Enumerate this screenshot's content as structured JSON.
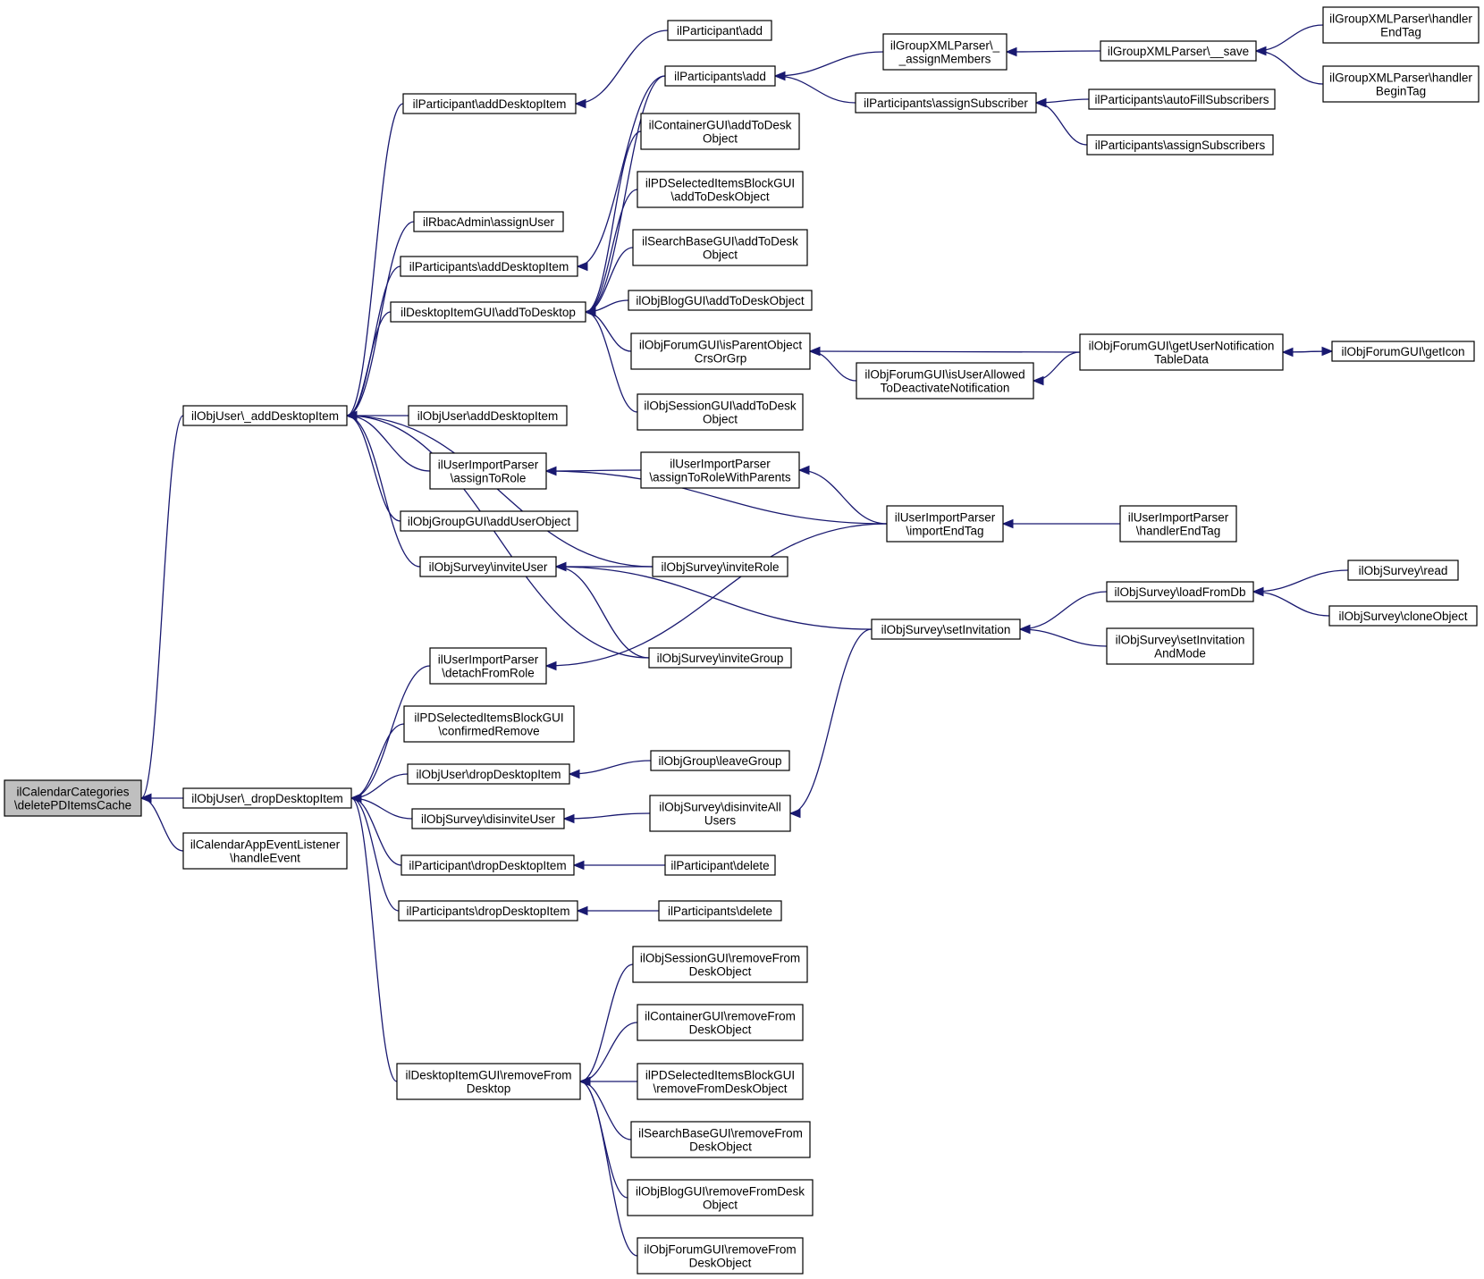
{
  "colors": {
    "edge": "#191970",
    "node_fill": "#ffffff",
    "root_fill": "#bfbfbf",
    "border": "#000000"
  },
  "nodes": [
    {
      "id": "root",
      "lines": [
        "ilCalendarCategories",
        "\\deletePDItemsCache"
      ],
      "root": true
    },
    {
      "id": "u_add",
      "lines": [
        "ilObjUser\\_addDesktopItem"
      ]
    },
    {
      "id": "u_drop",
      "lines": [
        "ilObjUser\\_dropDesktopItem"
      ]
    },
    {
      "id": "cal_listener",
      "lines": [
        "ilCalendarAppEventListener",
        "\\handleEvent"
      ]
    },
    {
      "id": "p_addDesk",
      "lines": [
        "ilParticipant\\addDesktopItem"
      ]
    },
    {
      "id": "rbac_assign",
      "lines": [
        "ilRbacAdmin\\assignUser"
      ]
    },
    {
      "id": "ps_addDesk",
      "lines": [
        "ilParticipants\\addDesktopItem"
      ]
    },
    {
      "id": "dig_add",
      "lines": [
        "ilDesktopItemGUI\\addToDesktop"
      ]
    },
    {
      "id": "u_addDesk",
      "lines": [
        "ilObjUser\\addDesktopItem"
      ]
    },
    {
      "id": "uip_assign",
      "lines": [
        "ilUserImportParser",
        "\\assignToRole"
      ]
    },
    {
      "id": "gg_addUser",
      "lines": [
        "ilObjGroupGUI\\addUserObject"
      ]
    },
    {
      "id": "s_invite",
      "lines": [
        "ilObjSurvey\\inviteUser"
      ]
    },
    {
      "id": "uip_detach",
      "lines": [
        "ilUserImportParser",
        "\\detachFromRole"
      ]
    },
    {
      "id": "pdsel_confirm",
      "lines": [
        "ilPDSelectedItemsBlockGUI",
        "\\confirmedRemove"
      ]
    },
    {
      "id": "u_dropDesk",
      "lines": [
        "ilObjUser\\dropDesktopItem"
      ]
    },
    {
      "id": "s_disinvite",
      "lines": [
        "ilObjSurvey\\disinviteUser"
      ]
    },
    {
      "id": "p_dropDesk",
      "lines": [
        "ilParticipant\\dropDesktopItem"
      ]
    },
    {
      "id": "ps_dropDesk",
      "lines": [
        "ilParticipants\\dropDesktopItem"
      ]
    },
    {
      "id": "dig_remove",
      "lines": [
        "ilDesktopItemGUI\\removeFrom",
        "Desktop"
      ]
    },
    {
      "id": "p_add",
      "lines": [
        "ilParticipant\\add"
      ]
    },
    {
      "id": "ps_add",
      "lines": [
        "ilParticipants\\add"
      ]
    },
    {
      "id": "cont_add",
      "lines": [
        "ilContainerGUI\\addToDesk",
        "Object"
      ]
    },
    {
      "id": "pdsel_add",
      "lines": [
        "ilPDSelectedItemsBlockGUI",
        "\\addToDeskObject"
      ]
    },
    {
      "id": "search_add",
      "lines": [
        "ilSearchBaseGUI\\addToDesk",
        "Object"
      ]
    },
    {
      "id": "blog_add",
      "lines": [
        "ilObjBlogGUI\\addToDeskObject"
      ]
    },
    {
      "id": "forum_isParent",
      "lines": [
        "ilObjForumGUI\\isParentObject",
        "CrsOrGrp"
      ]
    },
    {
      "id": "session_add",
      "lines": [
        "ilObjSessionGUI\\addToDesk",
        "Object"
      ]
    },
    {
      "id": "uip_assignParents",
      "lines": [
        "ilUserImportParser",
        "\\assignToRoleWithParents"
      ]
    },
    {
      "id": "s_inviteRole",
      "lines": [
        "ilObjSurvey\\inviteRole"
      ]
    },
    {
      "id": "s_inviteGroup",
      "lines": [
        "ilObjSurvey\\inviteGroup"
      ]
    },
    {
      "id": "g_leave",
      "lines": [
        "ilObjGroup\\leaveGroup"
      ]
    },
    {
      "id": "s_disinviteAll",
      "lines": [
        "ilObjSurvey\\disinviteAll",
        "Users"
      ]
    },
    {
      "id": "p_delete",
      "lines": [
        "ilParticipant\\delete"
      ]
    },
    {
      "id": "ps_delete",
      "lines": [
        "ilParticipants\\delete"
      ]
    },
    {
      "id": "session_remove",
      "lines": [
        "ilObjSessionGUI\\removeFrom",
        "DeskObject"
      ]
    },
    {
      "id": "cont_remove",
      "lines": [
        "ilContainerGUI\\removeFrom",
        "DeskObject"
      ]
    },
    {
      "id": "pdsel_remove",
      "lines": [
        "ilPDSelectedItemsBlockGUI",
        "\\removeFromDeskObject"
      ]
    },
    {
      "id": "search_remove",
      "lines": [
        "ilSearchBaseGUI\\removeFrom",
        "DeskObject"
      ]
    },
    {
      "id": "blog_remove",
      "lines": [
        "ilObjBlogGUI\\removeFromDesk",
        "Object"
      ]
    },
    {
      "id": "forum_remove",
      "lines": [
        "ilObjForumGUI\\removeFrom",
        "DeskObject"
      ]
    },
    {
      "id": "gx_assignMembers",
      "lines": [
        "ilGroupXMLParser\\_",
        "_assignMembers"
      ]
    },
    {
      "id": "ps_assignSub",
      "lines": [
        "ilParticipants\\assignSubscriber"
      ]
    },
    {
      "id": "forum_isUserAllowed",
      "lines": [
        "ilObjForumGUI\\isUserAllowed",
        "ToDeactivateNotification"
      ]
    },
    {
      "id": "uip_importEnd",
      "lines": [
        "ilUserImportParser",
        "\\importEndTag"
      ]
    },
    {
      "id": "s_setInv",
      "lines": [
        "ilObjSurvey\\setInvitation"
      ]
    },
    {
      "id": "gx_save",
      "lines": [
        "ilGroupXMLParser\\__save"
      ]
    },
    {
      "id": "ps_autoFill",
      "lines": [
        "ilParticipants\\autoFillSubscribers"
      ]
    },
    {
      "id": "ps_assignSubs",
      "lines": [
        "ilParticipants\\assignSubscribers"
      ]
    },
    {
      "id": "forum_getUserNotif",
      "lines": [
        "ilObjForumGUI\\getUserNotification",
        "TableData"
      ]
    },
    {
      "id": "uip_handlerEnd",
      "lines": [
        "ilUserImportParser",
        "\\handlerEndTag"
      ]
    },
    {
      "id": "s_loadFromDb",
      "lines": [
        "ilObjSurvey\\loadFromDb"
      ]
    },
    {
      "id": "s_setInvMode",
      "lines": [
        "ilObjSurvey\\setInvitation",
        "AndMode"
      ]
    },
    {
      "id": "gx_handlerEnd",
      "lines": [
        "ilGroupXMLParser\\handler",
        "EndTag"
      ]
    },
    {
      "id": "gx_handlerBegin",
      "lines": [
        "ilGroupXMLParser\\handler",
        "BeginTag"
      ]
    },
    {
      "id": "forum_getIcon",
      "lines": [
        "ilObjForumGUI\\getIcon"
      ]
    },
    {
      "id": "s_read",
      "lines": [
        "ilObjSurvey\\read"
      ]
    },
    {
      "id": "s_clone",
      "lines": [
        "ilObjSurvey\\cloneObject"
      ]
    }
  ],
  "edges": [
    {
      "from": "root",
      "to": "u_add"
    },
    {
      "from": "root",
      "to": "u_drop"
    },
    {
      "from": "root",
      "to": "cal_listener"
    },
    {
      "from": "u_add",
      "to": "p_addDesk"
    },
    {
      "from": "u_add",
      "to": "rbac_assign"
    },
    {
      "from": "u_add",
      "to": "ps_addDesk"
    },
    {
      "from": "u_add",
      "to": "dig_add"
    },
    {
      "from": "u_add",
      "to": "u_addDesk"
    },
    {
      "from": "u_add",
      "to": "uip_assign"
    },
    {
      "from": "u_add",
      "to": "gg_addUser"
    },
    {
      "from": "u_add",
      "to": "s_invite"
    },
    {
      "from": "u_add",
      "to": "s_inviteRole"
    },
    {
      "from": "u_add",
      "to": "s_inviteGroup"
    },
    {
      "from": "u_drop",
      "to": "uip_detach"
    },
    {
      "from": "u_drop",
      "to": "pdsel_confirm"
    },
    {
      "from": "u_drop",
      "to": "u_dropDesk"
    },
    {
      "from": "u_drop",
      "to": "s_disinvite"
    },
    {
      "from": "u_drop",
      "to": "p_dropDesk"
    },
    {
      "from": "u_drop",
      "to": "ps_dropDesk"
    },
    {
      "from": "u_drop",
      "to": "dig_remove"
    },
    {
      "from": "p_addDesk",
      "to": "p_add"
    },
    {
      "from": "ps_addDesk",
      "to": "ps_add"
    },
    {
      "from": "dig_add",
      "to": "ps_add"
    },
    {
      "from": "dig_add",
      "to": "cont_add"
    },
    {
      "from": "dig_add",
      "to": "pdsel_add"
    },
    {
      "from": "dig_add",
      "to": "search_add"
    },
    {
      "from": "dig_add",
      "to": "blog_add"
    },
    {
      "from": "dig_add",
      "to": "forum_isParent"
    },
    {
      "from": "dig_add",
      "to": "session_add"
    },
    {
      "from": "uip_assign",
      "to": "uip_assignParents"
    },
    {
      "from": "uip_assign",
      "to": "uip_importEnd"
    },
    {
      "from": "s_invite",
      "to": "s_inviteRole"
    },
    {
      "from": "s_invite",
      "to": "s_inviteGroup"
    },
    {
      "from": "s_invite",
      "to": "s_setInv"
    },
    {
      "from": "uip_detach",
      "to": "uip_importEnd"
    },
    {
      "from": "u_dropDesk",
      "to": "g_leave"
    },
    {
      "from": "s_disinvite",
      "to": "s_disinviteAll"
    },
    {
      "from": "p_dropDesk",
      "to": "p_delete"
    },
    {
      "from": "ps_dropDesk",
      "to": "ps_delete"
    },
    {
      "from": "dig_remove",
      "to": "session_remove"
    },
    {
      "from": "dig_remove",
      "to": "cont_remove"
    },
    {
      "from": "dig_remove",
      "to": "pdsel_remove"
    },
    {
      "from": "dig_remove",
      "to": "search_remove"
    },
    {
      "from": "dig_remove",
      "to": "blog_remove"
    },
    {
      "from": "dig_remove",
      "to": "forum_remove"
    },
    {
      "from": "ps_add",
      "to": "gx_assignMembers"
    },
    {
      "from": "ps_add",
      "to": "ps_assignSub"
    },
    {
      "from": "forum_isParent",
      "to": "forum_getUserNotif"
    },
    {
      "from": "forum_isParent",
      "to": "forum_isUserAllowed"
    },
    {
      "from": "uip_assignParents",
      "to": "uip_importEnd"
    },
    {
      "from": "s_disinviteAll",
      "to": "s_setInv"
    },
    {
      "from": "gx_assignMembers",
      "to": "gx_save"
    },
    {
      "from": "ps_assignSub",
      "to": "ps_autoFill"
    },
    {
      "from": "ps_assignSub",
      "to": "ps_assignSubs"
    },
    {
      "from": "forum_isUserAllowed",
      "to": "forum_getUserNotif"
    },
    {
      "from": "uip_importEnd",
      "to": "uip_handlerEnd"
    },
    {
      "from": "s_setInv",
      "to": "s_loadFromDb"
    },
    {
      "from": "s_setInv",
      "to": "s_setInvMode"
    },
    {
      "from": "gx_save",
      "to": "gx_handlerEnd"
    },
    {
      "from": "gx_save",
      "to": "gx_handlerBegin"
    },
    {
      "from": "forum_getUserNotif",
      "to": "forum_getIcon"
    },
    {
      "from": "forum_getIcon",
      "to": "forum_getUserNotif"
    },
    {
      "from": "s_loadFromDb",
      "to": "s_read"
    },
    {
      "from": "s_loadFromDb",
      "to": "s_clone"
    }
  ]
}
